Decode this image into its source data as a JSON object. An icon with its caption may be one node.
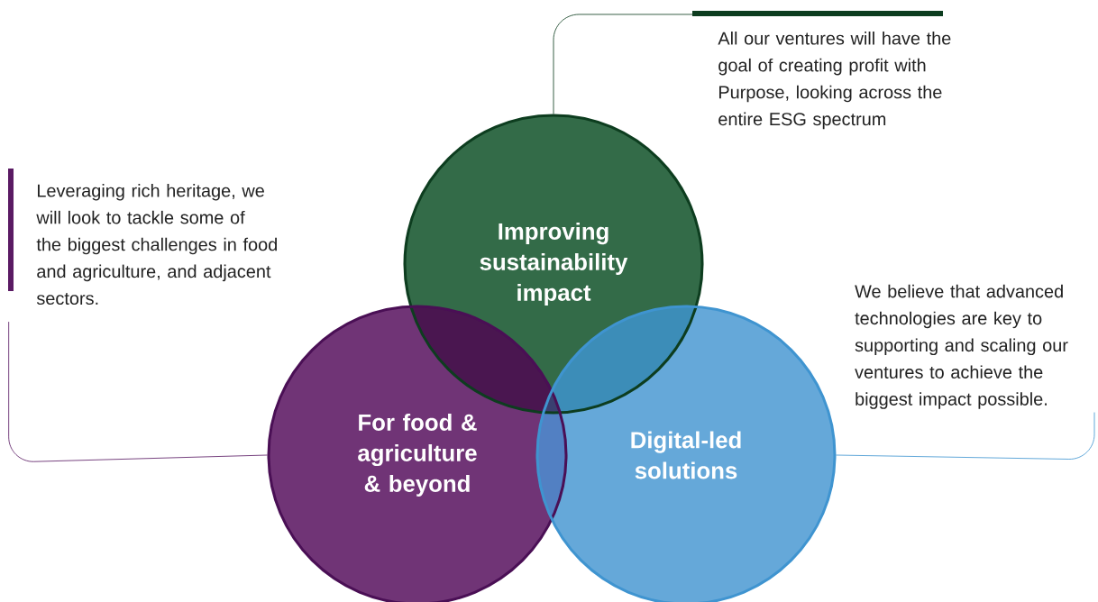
{
  "diagram": {
    "nodes": [
      {
        "text": [
          "Improving sustainability impact"
        ]
      },
      {
        "text": [
          "For food & agriculture & beyond"
        ]
      },
      {
        "text": [
          "Digital-led solutions"
        ]
      },
      {
        "text": [
          "All our ventures will have the goal of creating profit with Purpose, looking across the entire ESG spectrum"
        ]
      },
      {
        "text": [
          "Leveraging rich heritage, we will look to tackle some of the biggest challenges in food and agriculture, and adjacent sectors."
        ]
      },
      {
        "text": [
          "We believe that advanced technologies are key to supporting and scaling our ventures to achieve the biggest impact possible."
        ]
      }
    ],
    "edges": [
      {
        "from": 3,
        "to": 0,
        "arrow": "none",
        "color": "#0d3d1f"
      },
      {
        "from": 4,
        "to": 1,
        "arrow": "none",
        "color": "#5a1a63"
      },
      {
        "from": 5,
        "to": 2,
        "arrow": "none",
        "color": "#3f94d0"
      }
    ]
  }
}
